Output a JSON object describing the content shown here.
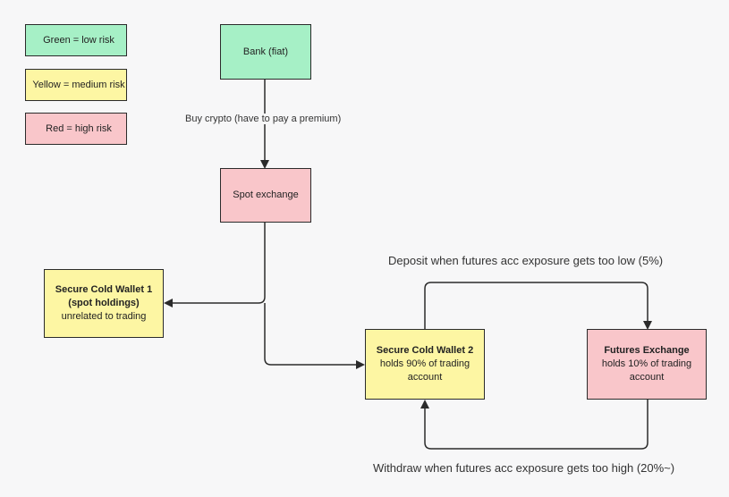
{
  "legend": {
    "green": "Green = low risk",
    "yellow": "Yellow = medium risk",
    "red": "Red = high risk"
  },
  "nodes": {
    "bank": "Bank (fiat)",
    "spot": "Spot exchange",
    "cold1": {
      "title": "Secure Cold Wallet 1",
      "subtitle": "(spot holdings)",
      "detail": "unrelated to trading"
    },
    "cold2": {
      "title": "Secure Cold Wallet 2",
      "detail": "holds 90% of trading account"
    },
    "futures": {
      "title": "Futures Exchange",
      "detail": "holds 10% of trading account"
    }
  },
  "edges": {
    "buy": "Buy crypto (have to pay a premium)",
    "deposit": "Deposit when futures acc exposure gets too low (5%)",
    "withdraw": "Withdraw when futures acc exposure gets too high (20%~)"
  },
  "colors": {
    "green": "#a6f0c6",
    "yellow": "#fdf6a3",
    "red": "#f9c6ca",
    "line": "#2b2b2b"
  }
}
